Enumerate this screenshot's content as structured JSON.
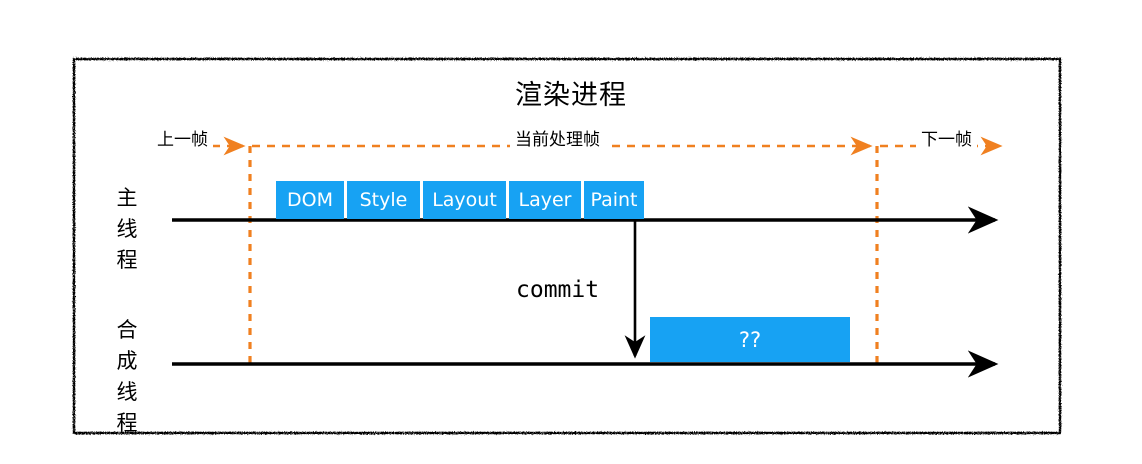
{
  "diagram": {
    "title": "渲染进程",
    "colors": {
      "blue_box": "#17a2f3",
      "timeline_orange": "#f08020",
      "line_black": "#000000",
      "background": "#ffffff"
    }
  },
  "timeline": {
    "prev_frame_label": "上一帧",
    "current_frame_label": "当前处理帧",
    "next_frame_label": "下一帧"
  },
  "lanes": {
    "main_thread_label": "主线程",
    "compositor_thread_label": "合成线程"
  },
  "pipeline": {
    "stages": [
      {
        "label": "DOM"
      },
      {
        "label": "Style"
      },
      {
        "label": "Layout"
      },
      {
        "label": "Layer"
      },
      {
        "label": "Paint"
      }
    ]
  },
  "commit": {
    "label": "commit"
  },
  "compositor_task": {
    "label": "??"
  }
}
